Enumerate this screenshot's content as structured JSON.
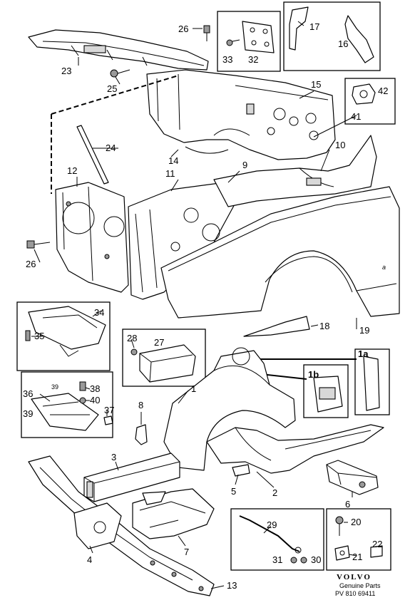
{
  "callouts": {
    "c1": "1",
    "c1a": "1a",
    "c1b": "1b",
    "c2": "2",
    "c3": "3",
    "c4": "4",
    "c5": "5",
    "c6": "6",
    "c7": "7",
    "c8": "8",
    "c9": "9",
    "c10": "10",
    "c11": "11",
    "c12": "12",
    "c13": "13",
    "c14": "14",
    "c15": "15",
    "c16": "16",
    "c17": "17",
    "c18": "18",
    "c19": "19",
    "c20": "20",
    "c21": "21",
    "c22": "22",
    "c23": "23",
    "c24": "24",
    "c25": "25",
    "c26a": "26",
    "c26b": "26",
    "c27": "27",
    "c28": "28",
    "c29": "29",
    "c30": "30",
    "c31": "31",
    "c32": "32",
    "c33": "33",
    "c34": "34",
    "c35": "35",
    "c36": "36",
    "c37": "37",
    "c38": "38",
    "c39": "39",
    "c40": "40",
    "c41": "41",
    "c42": "42"
  },
  "inner_label": "39",
  "branding": {
    "logo": "VOLVO",
    "tagline": "Genuine Parts",
    "code": "PV 810 69411"
  }
}
